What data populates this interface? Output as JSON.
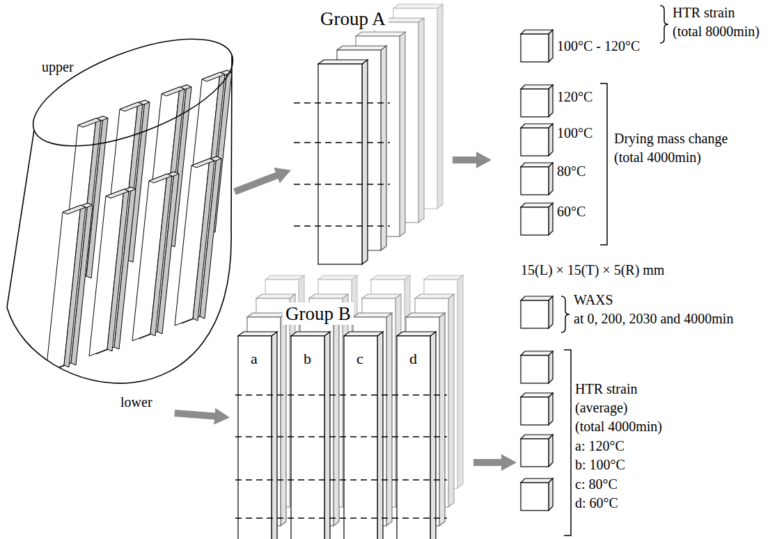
{
  "diagram": {
    "nodes": [
      {
        "text": [
          "upper",
          "lower"
        ]
      },
      {
        "text": [
          "Group A"
        ]
      },
      {
        "text": [
          "Group B",
          "a",
          "b",
          "c",
          "d"
        ]
      }
    ],
    "edges": [
      {
        "from": 0,
        "to": 1,
        "arrow": "to"
      },
      {
        "from": 0,
        "to": 2,
        "arrow": "to"
      }
    ],
    "labels": [
      "100°C - 120°C",
      "HTR strain (total 8000min)",
      "120°C",
      "100°C",
      "80°C",
      "60°C",
      "Drying mass change (total 4000min)",
      "15(L) × 15(T) × 5(R) mm",
      "WAXS at 0, 200, 2030 and 4000min",
      "HTR strain (average) (total 4000min)",
      "a: 120°C",
      "b: 100°C",
      "c: 80°C",
      "d: 60°C"
    ]
  }
}
